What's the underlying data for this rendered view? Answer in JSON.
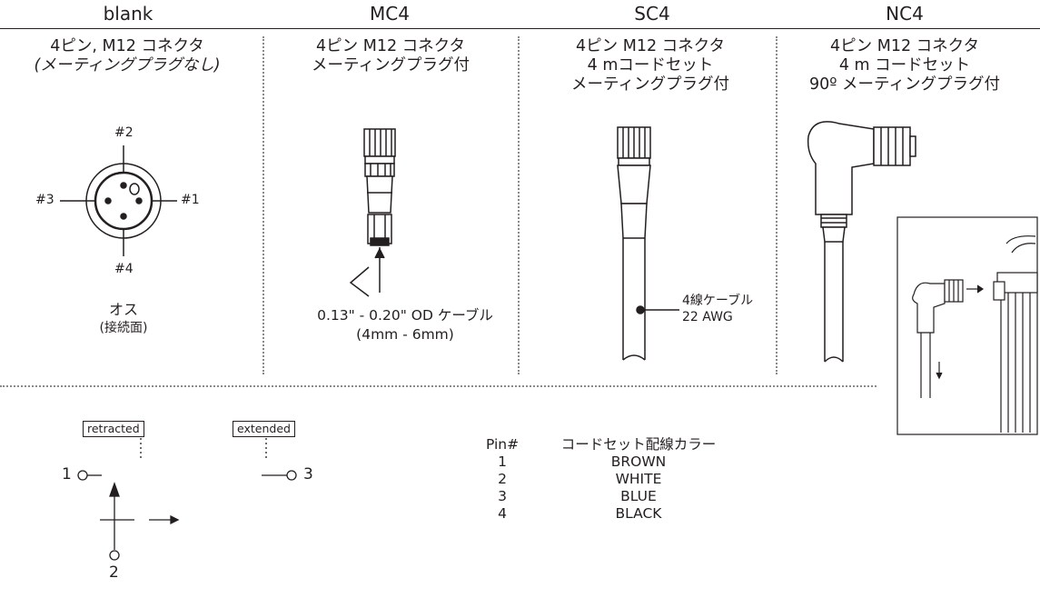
{
  "headers": [
    "blank",
    "MC4",
    "SC4",
    "NC4"
  ],
  "columns": {
    "blank": {
      "lines": [
        "4ピン, M12 コネクタ",
        "(メーティングプラグなし)"
      ],
      "pins": {
        "top": "#2",
        "left": "#3",
        "right": "#1",
        "bottom": "#4"
      },
      "caption": [
        "オス",
        "(接続面)"
      ]
    },
    "mc4": {
      "lines": [
        "4ピン M12 コネクタ",
        "メーティングプラグ付"
      ],
      "cable_note": [
        "0.13\" - 0.20\" OD ケーブル",
        "(4mm - 6mm)"
      ]
    },
    "sc4": {
      "lines": [
        "4ピン M12 コネクタ",
        "4 mコードセット",
        "メーティングプラグ付"
      ],
      "cable_note": [
        "4線ケーブル",
        "22 AWG"
      ]
    },
    "nc4": {
      "lines": [
        "4ピン M12 コネクタ",
        "4 m コードセット",
        "90º メーティングプラグ付"
      ]
    }
  },
  "potentiometer": {
    "retracted": "retracted",
    "extended": "extended",
    "terminals": [
      "1",
      "3",
      "2"
    ]
  },
  "wiring_table": {
    "headers": [
      "Pin#",
      "コードセット配線カラー"
    ],
    "rows": [
      {
        "pin": "1",
        "color": "BROWN"
      },
      {
        "pin": "2",
        "color": "WHITE"
      },
      {
        "pin": "3",
        "color": "BLUE"
      },
      {
        "pin": "4",
        "color": "BLACK"
      }
    ]
  }
}
